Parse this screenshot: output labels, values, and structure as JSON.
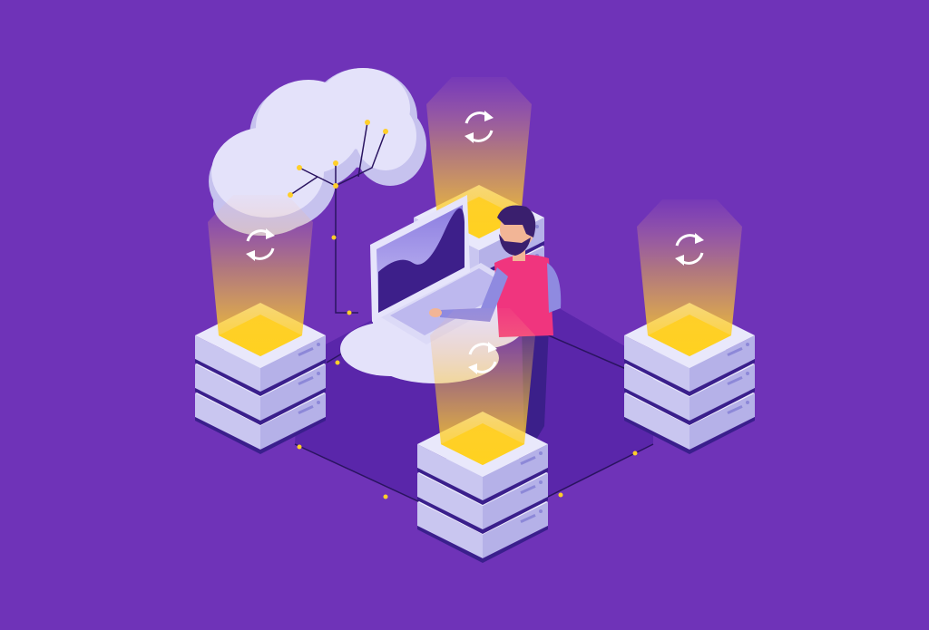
{
  "colors": {
    "background": "#6f33b8",
    "floor": "#5a26aa",
    "server_top": "#e9e8fb",
    "server_side": "#c9c6f0",
    "server_dark": "#3a1f8c",
    "glow": "#ffd21f",
    "cloud": "#e4e2fa",
    "cloud_shade": "#c6c2ee",
    "shirt": "#f0357e",
    "hair": "#3a1f6e",
    "skin": "#f2b596",
    "screen": "#3d1f8a",
    "line": "#2a1460",
    "node": "#ffcf2a"
  },
  "icons": [
    "sync-icon",
    "cloud-icon",
    "server-icon",
    "laptop-icon",
    "person-figure"
  ],
  "servers": [
    {
      "id": "left",
      "has_beam": true
    },
    {
      "id": "right",
      "has_beam": true
    },
    {
      "id": "front",
      "has_beam": true
    },
    {
      "id": "back",
      "has_beam": true
    }
  ]
}
